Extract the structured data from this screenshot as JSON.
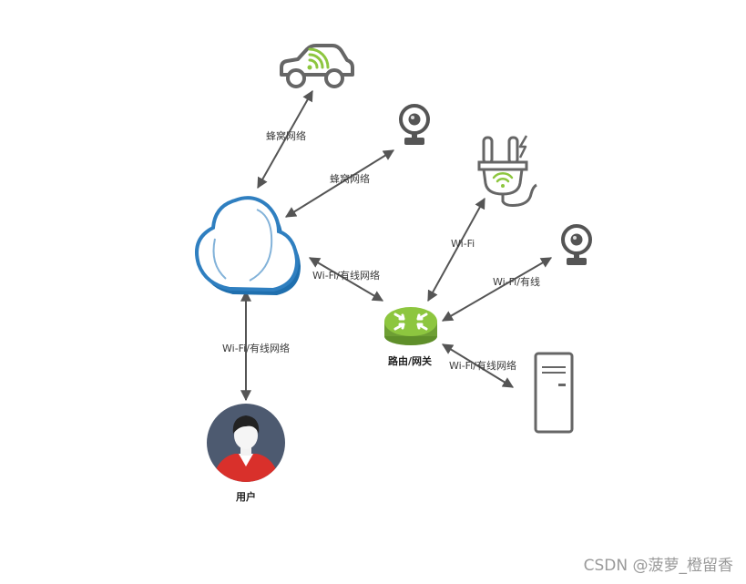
{
  "nodes": {
    "car": {
      "icon": "connected-car-icon"
    },
    "camera_top": {
      "icon": "webcam-icon"
    },
    "smart_plug": {
      "icon": "smart-plug-icon"
    },
    "camera_right": {
      "icon": "webcam-icon"
    },
    "cloud": {
      "icon": "cloud-icon"
    },
    "router": {
      "icon": "router-icon",
      "label": "路由/网关"
    },
    "server": {
      "icon": "server-icon"
    },
    "user": {
      "icon": "user-avatar-icon",
      "label": "用户"
    }
  },
  "edges": [
    {
      "from": "cloud",
      "to": "car",
      "label": "蜂窝网络"
    },
    {
      "from": "cloud",
      "to": "camera_top",
      "label": "蜂窝网络"
    },
    {
      "from": "cloud",
      "to": "router",
      "label": "Wi-Fi/有线网络"
    },
    {
      "from": "cloud",
      "to": "user",
      "label": "Wi-Fi/有线网络"
    },
    {
      "from": "router",
      "to": "smart_plug",
      "label": "Wi-Fi"
    },
    {
      "from": "router",
      "to": "camera_right",
      "label": "Wi-Fi/有线"
    },
    {
      "from": "router",
      "to": "server",
      "label": "Wi-Fi/有线网络"
    }
  ],
  "watermark": "CSDN @菠萝_橙留香",
  "colors": {
    "arrow": "#555555",
    "cloud": "#2f7fc0",
    "router": "#7cb342",
    "accent_green": "#8dc63f",
    "device_gray": "#666666",
    "avatar_bg": "#4d5a70",
    "shirt": "#d9302b"
  }
}
